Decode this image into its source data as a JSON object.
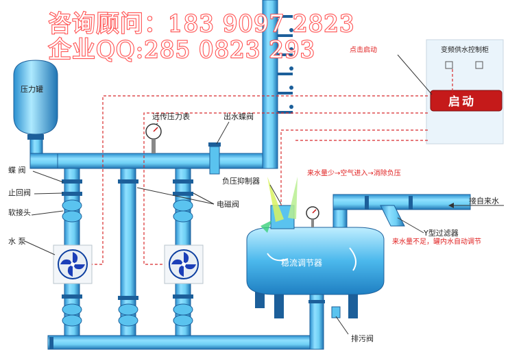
{
  "watermark": {
    "line1": "咨询顾问：183 9097 2823",
    "line2": "企业QQ:285 0823 293"
  },
  "cabinet": {
    "title": "变频供水控制柜",
    "start_button": "启动"
  },
  "labels": {
    "click_start": "点击启动",
    "pressure_tank": "压力罐",
    "butterfly_valve": "蝶  阀",
    "check_valve": "止回阀",
    "soft_joint": "软接头",
    "water_pump": "水  泵",
    "pressure_gauge": "远传压力表",
    "outlet_valve": "出水蝶阀",
    "negative_pressure_suppressor": "负压抑制器",
    "solenoid_valve": "电磁阀",
    "inlet_note": "来水量少→空气进入→消除负压",
    "from_mains": "接自来水",
    "y_filter": "Y型过滤器",
    "tank_adjust_note": "来水量不足，罐内水自动调节",
    "stabilizer": "稳流调节器",
    "drain_valve": "排污阀"
  },
  "colors": {
    "pipe": "#6fd0f5",
    "pipe_dark": "#2a8fcf",
    "pipe_outline": "#1c5f9a",
    "dashed_line": "#d8282a",
    "start_button": "#c51a1a",
    "cabinet_bg": "#eaf4fb",
    "watermark_stroke": "#ff5050"
  },
  "icons": [
    "pump-fan-icon",
    "pressure-gauge-icon",
    "valve-icon"
  ]
}
